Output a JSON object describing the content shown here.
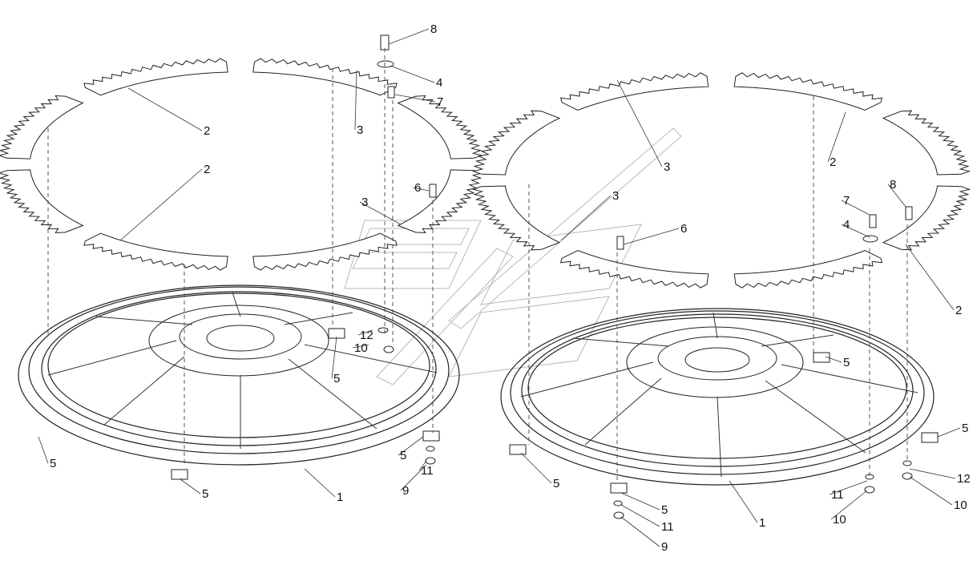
{
  "diagram": {
    "callouts": [
      {
        "text": "8"
      },
      {
        "text": "4"
      },
      {
        "text": "7"
      },
      {
        "text": "2"
      },
      {
        "text": "3"
      },
      {
        "text": "2"
      },
      {
        "text": "6"
      },
      {
        "text": "3"
      },
      {
        "text": "12"
      },
      {
        "text": "10"
      },
      {
        "text": "5"
      },
      {
        "text": "5"
      },
      {
        "text": "5"
      },
      {
        "text": "1"
      },
      {
        "text": "5"
      },
      {
        "text": "11"
      },
      {
        "text": "9"
      },
      {
        "text": "3"
      },
      {
        "text": "2"
      },
      {
        "text": "3"
      },
      {
        "text": "8"
      },
      {
        "text": "7"
      },
      {
        "text": "4"
      },
      {
        "text": "6"
      },
      {
        "text": "2"
      },
      {
        "text": "5"
      },
      {
        "text": "5"
      },
      {
        "text": "5"
      },
      {
        "text": "12"
      },
      {
        "text": "1"
      },
      {
        "text": "11"
      },
      {
        "text": "10"
      },
      {
        "text": "10"
      },
      {
        "text": "5"
      },
      {
        "text": "11"
      },
      {
        "text": "9"
      }
    ]
  }
}
